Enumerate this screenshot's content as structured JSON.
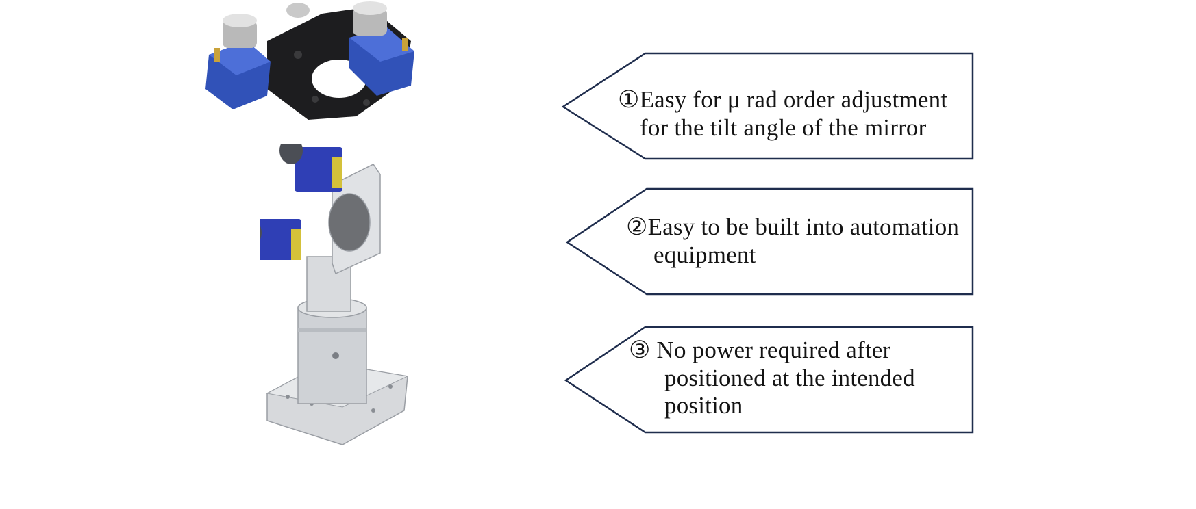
{
  "callouts": [
    {
      "lines": [
        "①Easy for μ rad order adjustment",
        "for the tilt angle of the mirror"
      ]
    },
    {
      "lines": [
        "②Easy to be built into automation",
        "equipment"
      ]
    },
    {
      "lines": [
        "③ No power required after",
        "positioned at the intended",
        "position"
      ]
    }
  ],
  "colors": {
    "outline": "#1f2d4d",
    "actuator_blue": "#3152b8",
    "black_mount": "#1d1d1f",
    "steel": "#cfd2d6"
  },
  "icons": [
    "kinematic-mirror-mount",
    "post-mirror-mount-with-actuators"
  ]
}
